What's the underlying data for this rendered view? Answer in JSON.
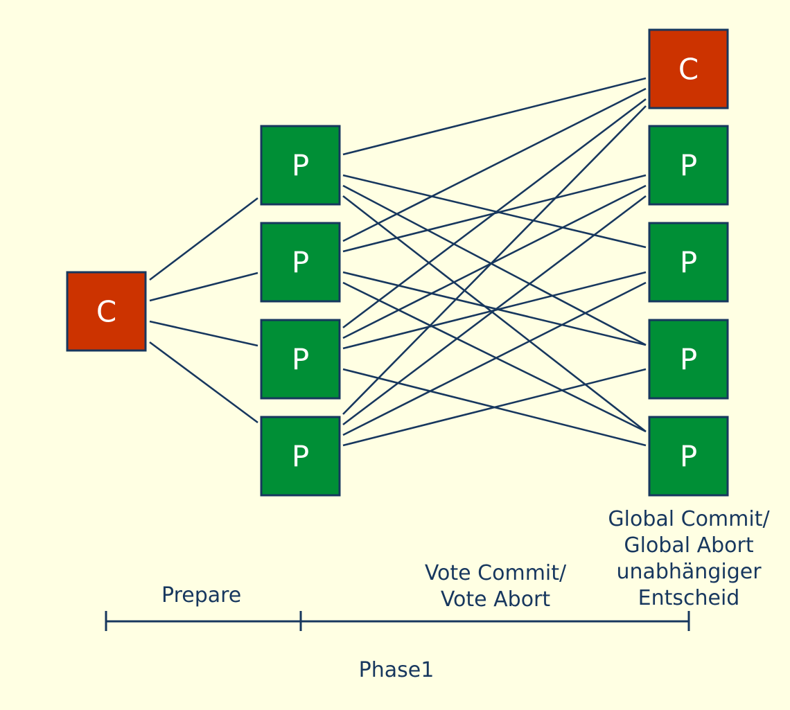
{
  "colors": {
    "background": "#ffffe3",
    "coordinator_fill": "#cc3300",
    "participant_fill": "#008f36",
    "outline": "#17375e",
    "line": "#17375e",
    "label_text": "#17375e",
    "node_text": "#ffffff"
  },
  "nodes": {
    "coordinator_left": "C",
    "coordinator_right": "C",
    "participant": "P"
  },
  "labels": {
    "prepare": "Prepare",
    "vote_line1": "Vote Commit/",
    "vote_line2": "Vote Abort",
    "global_line1": "Global Commit/",
    "global_line2": "Global Abort",
    "global_line3": "unabhängiger",
    "global_line4": "Entscheid",
    "phase": "Phase1"
  }
}
